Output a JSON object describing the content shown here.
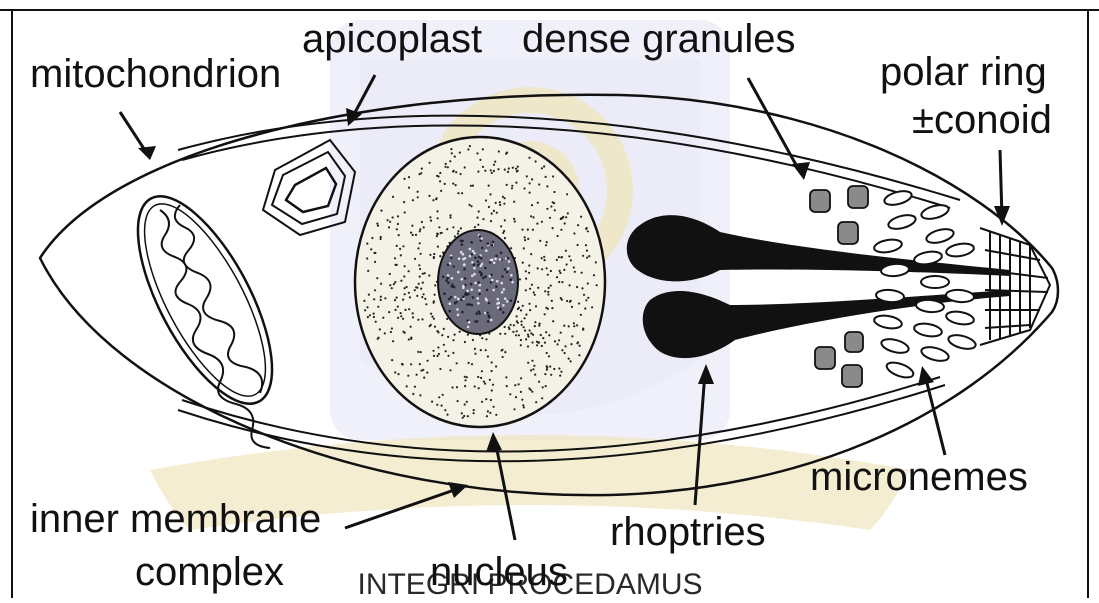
{
  "labels": {
    "mitochondrion": "mitochondrion",
    "apicoplast": "apicoplast",
    "dense_granules": "dense granules",
    "polar_ring_line1": "polar ring",
    "polar_ring_line2": "±conoid",
    "inner_membrane_line1": "inner membrane",
    "inner_membrane_line2": "complex",
    "nucleus": "nucleus",
    "rhoptries": "rhoptries",
    "micronemes": "micronemes"
  },
  "watermark": {
    "motto": "INTEGRI PROCEDAMUS"
  },
  "colors": {
    "ink": "#111111",
    "watermark_blue": "#d6dcef",
    "watermark_gold": "#efe3b8",
    "granule_gray": "#8a8a8a",
    "nucleus_fill": "#f4f1e6",
    "nucleolus_fill": "#6b6a7a"
  }
}
